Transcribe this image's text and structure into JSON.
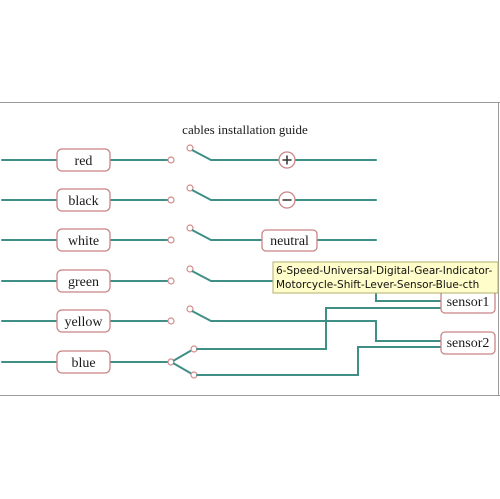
{
  "title": "cables installation guide",
  "wires": [
    {
      "label": "red"
    },
    {
      "label": "black"
    },
    {
      "label": "white"
    },
    {
      "label": "green"
    },
    {
      "label": "yellow"
    },
    {
      "label": "blue"
    }
  ],
  "terminals": {
    "positive_icon": "plus-icon",
    "negative_icon": "minus-icon",
    "neutral_label": "neutral",
    "sensor1_label": "sensor1",
    "sensor2_label": "sensor2"
  },
  "tooltip": {
    "line1": "6-Speed-Universal-Digital-Gear-Indicator-",
    "line2": "Motorcycle-Shift-Lever-Sensor-Blue-cth"
  },
  "colors": {
    "wire": "#3f8f87",
    "box_border": "#c98585",
    "tooltip_bg": "#fffdc9"
  }
}
